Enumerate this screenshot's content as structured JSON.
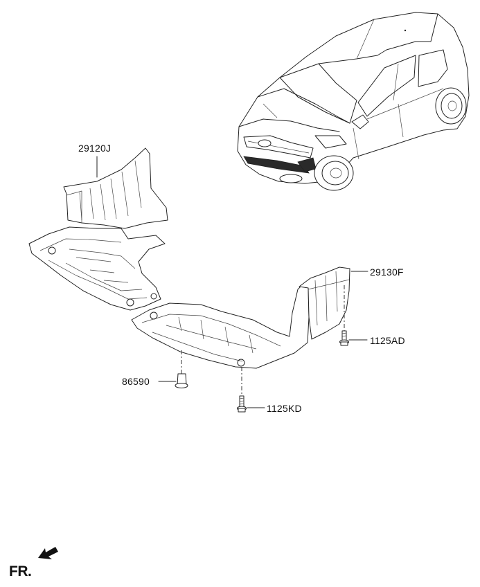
{
  "parts": {
    "front_cover": "29120J",
    "rear_cover": "29130F",
    "clip": "86590",
    "bolt_front": "1125KD",
    "bolt_rear": "1125AD"
  },
  "direction": {
    "label": "FR."
  }
}
